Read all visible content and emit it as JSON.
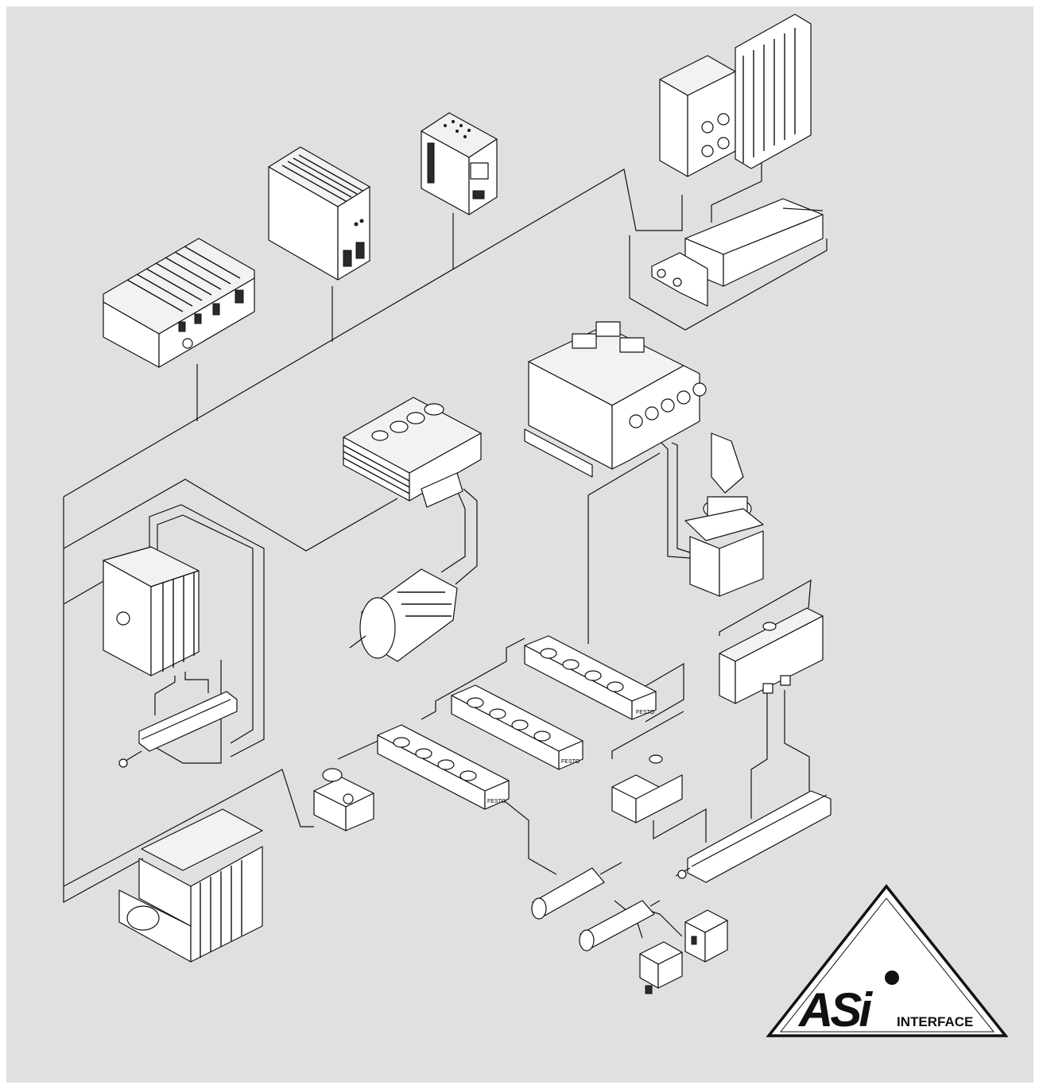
{
  "logo": {
    "mark": "ASi",
    "wordmark": "INTERFACE"
  },
  "device_labels": {
    "terminal_a": "FESTO",
    "terminal_b": "FESTO",
    "terminal_c": "FESTO"
  }
}
